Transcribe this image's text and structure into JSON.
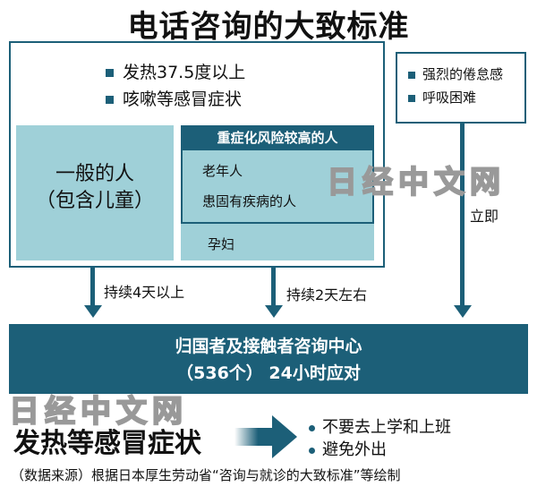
{
  "title": "电话咨询的大致标准",
  "common_symptoms": [
    "发热37.5度以上",
    "咳嗽等感冒症状"
  ],
  "general_group": {
    "line1": "一般的人",
    "line2": "（包含儿童）"
  },
  "high_risk": {
    "header": "重症化风险较高的人",
    "items": [
      "老年人",
      "患固有疾病的人"
    ],
    "extra": "孕妇"
  },
  "severe_symptoms": [
    "强烈的倦怠感",
    "呼吸困难"
  ],
  "arrows": {
    "general": "持续4天以上",
    "high_risk": "持续2天左右",
    "severe": "立即"
  },
  "center": {
    "line1": "归国者及接触者咨询中心",
    "line2": "（536个） 24小时应对"
  },
  "watermark": "日经中文网",
  "advice": {
    "condition": "发热等感冒症状",
    "items": [
      "不要去上学和上班",
      "避免外出"
    ]
  },
  "source": "（数据来源）根据日本厚生劳动省“咨询与就诊的大致标准”等绘制",
  "colors": {
    "dark": "#1c5f78",
    "light": "#9fd0d8"
  }
}
